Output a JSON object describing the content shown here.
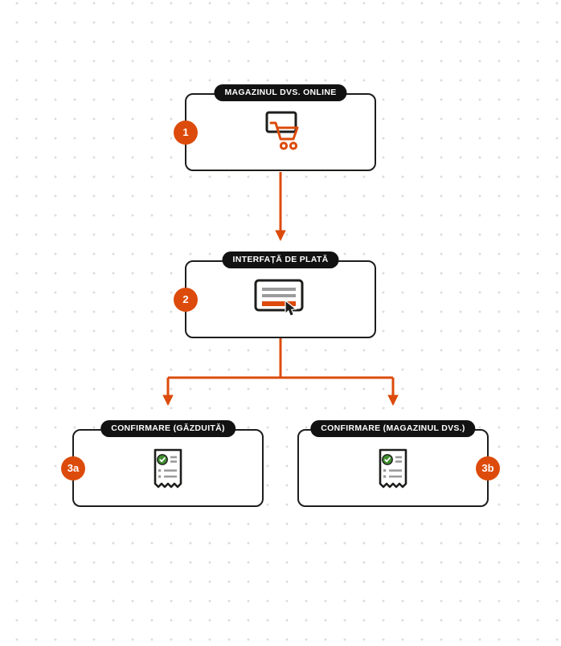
{
  "title": "Payment flow diagram",
  "colors": {
    "accent": "#DC4B0B",
    "outline": "#1D1D1B",
    "pill_bg": "#121212",
    "pill_text": "#FFFFFF",
    "check_green": "#3F8E2F",
    "dot_grid": "#DCDCDC",
    "stripe_gray": "#9B9B9B"
  },
  "nodes": [
    {
      "badge": "1",
      "label": "MAGAZINUL DVS. ONLINE",
      "icon": "monitor-cart-icon"
    },
    {
      "badge": "2",
      "label": "INTERFAȚĂ DE PLATĂ",
      "icon": "credit-card-cursor-icon"
    },
    {
      "badge": "3a",
      "label": "CONFIRMARE (GĂZDUITĂ)",
      "icon": "receipt-check-icon"
    },
    {
      "badge": "3b",
      "label": "CONFIRMARE (MAGAZINUL DVS.)",
      "icon": "receipt-check-icon"
    }
  ],
  "edges": [
    {
      "from": "1",
      "to": "2"
    },
    {
      "from": "2",
      "to": "3a"
    },
    {
      "from": "2",
      "to": "3b"
    }
  ]
}
